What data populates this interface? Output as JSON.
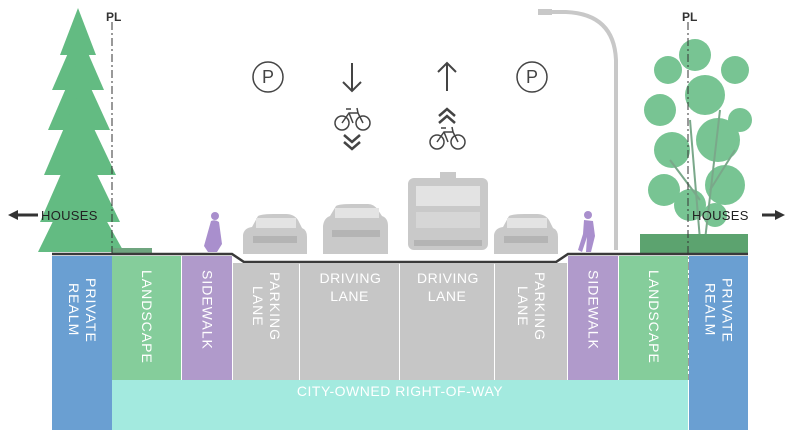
{
  "property_line_symbol": "PL",
  "houses_label": "HOUSES",
  "bands": {
    "private_left": "PRIVATE REALM",
    "landscape_left": "LANDSCAPE",
    "sidewalk_left": "SIDEWALK",
    "parking_left": "PARKING LANE",
    "driving_left": "DRIVING LANE",
    "driving_right": "DRIVING LANE",
    "parking_right": "PARKING LANE",
    "sidewalk_right": "SIDEWALK",
    "landscape_right": "LANDSCAPE",
    "private_right": "PRIVATE REALM"
  },
  "right_of_way_label": "CITY-OWNED RIGHT-OF-WAY",
  "parking_symbol": "P",
  "colors": {
    "private": "#6a9fd2",
    "landscape": "#85cd9b",
    "sidewalk": "#b09acb",
    "lane": "#c6c6c6",
    "right_of_way": "#a3eadf",
    "tree": "#63bb82",
    "vehicle": "#cfcfcf",
    "pedestrian": "#a98fcd"
  },
  "icons": [
    "parking-icon",
    "down-arrow-icon",
    "up-arrow-icon",
    "bicycle-icon",
    "chevron-icon",
    "tree-icon",
    "street-light-icon",
    "car-icon",
    "bus-icon",
    "pedestrian-icon"
  ]
}
